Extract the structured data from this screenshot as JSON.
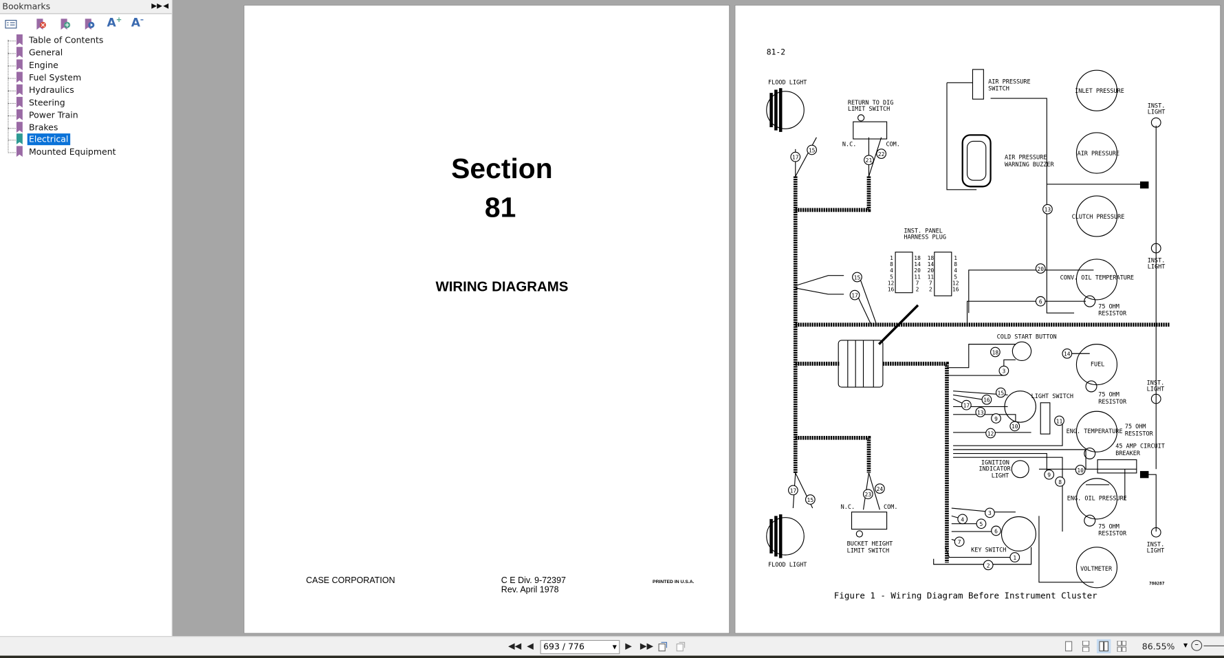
{
  "sidebar": {
    "title": "Bookmarks",
    "items": [
      {
        "label": "Table of Contents"
      },
      {
        "label": "General"
      },
      {
        "label": "Engine"
      },
      {
        "label": "Fuel System"
      },
      {
        "label": "Hydraulics"
      },
      {
        "label": "Steering"
      },
      {
        "label": "Power Train"
      },
      {
        "label": "Brakes"
      },
      {
        "label": "Electrical",
        "selected": true
      },
      {
        "label": "Mounted Equipment"
      }
    ],
    "tools": [
      "bookmark-options-icon",
      "delete-bookmark-icon",
      "add-bookmark-icon",
      "go-to-bookmark-icon",
      "increase-text-size-icon",
      "decrease-text-size-icon"
    ],
    "bookmark_color": "#9a6aa5",
    "selected_bookmark_color": "#2e9a94",
    "selection_color": "#0a72d8"
  },
  "left_page": {
    "section_word": "Section",
    "section_number": "81",
    "title": "WIRING DIAGRAMS",
    "company": "CASE CORPORATION",
    "division": "C E Div. 9-72397",
    "revision": "Rev. April 1978",
    "printed": "PRINTED IN U.S.A."
  },
  "right_page": {
    "page_number": "81-2",
    "caption": "Figure 1 - Wiring Diagram Before Instrument Cluster",
    "drawing_number": "780287",
    "labels": {
      "flood_light": "FLOOD LIGHT",
      "return_to_dig_1": "RETURN TO DIG",
      "return_to_dig_2": "LIMIT SWITCH",
      "nc": "N.C.",
      "com": "COM.",
      "air_pressure_switch_1": "AIR PRESSURE",
      "air_pressure_switch_2": "SWITCH",
      "buzzer_1": "AIR PRESSURE",
      "buzzer_2": "WARNING BUZZER",
      "inlet_pressure": "INLET PRESSURE",
      "air_pressure": "AIR PRESSURE",
      "clutch_pressure": "CLUTCH PRESSURE",
      "conv_oil_temp": "CONV. OIL TEMPERATURE",
      "fuel": "FUEL",
      "eng_temp": "ENG. TEMPERATURE",
      "eng_oil_pressure": "ENG. OIL PRESSURE",
      "voltmeter": "VOLTMETER",
      "inst": "INST.",
      "light": "LIGHT",
      "ohm": "75 OHM",
      "resistor": "RESISTOR",
      "harness_plug_1": "INST. PANEL",
      "harness_plug_2": "HARNESS PLUG",
      "cold_start": "COLD START BUTTON",
      "light_switch": "LIGHT SWITCH",
      "breaker_1": "45 AMP CIRCUIT",
      "breaker_2": "BREAKER",
      "ignition_1": "IGNITION",
      "ignition_2": "INDICATOR",
      "ignition_3": "LIGHT",
      "key_switch": "KEY SWITCH",
      "bucket_1": "BUCKET HEIGHT",
      "bucket_2": "LIMIT SWITCH"
    },
    "wires": [
      "17",
      "15",
      "21",
      "22",
      "13",
      "20",
      "6",
      "15",
      "17",
      "18",
      "3",
      "14",
      "15",
      "16",
      "17",
      "13",
      "9",
      "10",
      "12",
      "11",
      "10",
      "9",
      "8",
      "3",
      "4",
      "5",
      "6",
      "7",
      "1",
      "2",
      "17",
      "15",
      "23",
      "24"
    ],
    "plug_pins_left": [
      "1",
      "8",
      "4",
      "5",
      "12",
      "16"
    ],
    "plug_pins_right": [
      "18",
      "14",
      "20",
      "11",
      "7",
      "2"
    ]
  },
  "bottom_toolbar": {
    "page_display": "693 / 776",
    "zoom": "86.55%"
  }
}
